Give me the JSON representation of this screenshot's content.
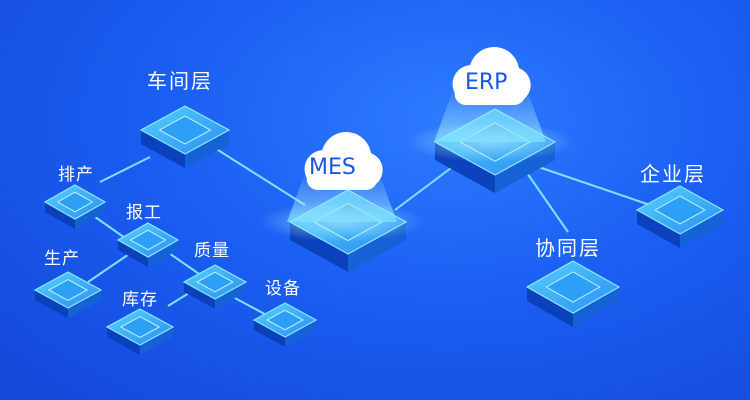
{
  "labels": {
    "workshop_layer": "车间层",
    "scheduling": "排产",
    "reporting": "报工",
    "production": "生产",
    "quality": "质量",
    "inventory": "库存",
    "equipment": "设备",
    "mes": "MES",
    "erp": "ERP",
    "collaboration_layer": "协同层",
    "enterprise_layer": "企业层"
  },
  "colors": {
    "background": "#1a5ef2",
    "tile_top": "#3ab8ff",
    "tile_side": "#0b3fb8",
    "link": "#7fe3ff",
    "cloud": "#ffffff",
    "cloud_text": "#1756e6"
  }
}
